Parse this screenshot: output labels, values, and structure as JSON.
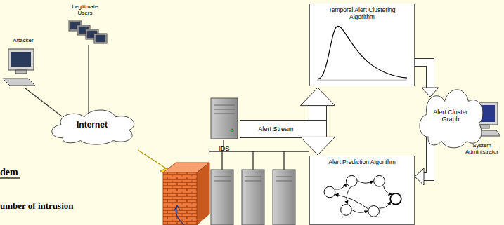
{
  "diagram": {
    "nodes": [
      {
        "text": [
          "Attacker"
        ]
      },
      {
        "text": [
          "Legitimate Users"
        ]
      },
      {
        "text": [
          "Internet"
        ]
      },
      {
        "text": [
          "IDS"
        ]
      },
      {
        "text": [
          "Temporal Alert Clustering Algorithm"
        ]
      },
      {
        "text": [
          "Alert Cluster Graph"
        ]
      },
      {
        "text": [
          "System Administrator"
        ]
      },
      {
        "text": [
          "Alert Prediction Algorithm"
        ]
      }
    ],
    "edges": [
      {
        "from": 0,
        "to": 2,
        "arrow": "none"
      },
      {
        "from": 1,
        "to": 2,
        "arrow": "none"
      },
      {
        "from": 3,
        "to": 4,
        "arrow": "to",
        "label": "Alert Stream"
      },
      {
        "from": 3,
        "to": 7,
        "arrow": "to"
      },
      {
        "from": 4,
        "to": 5,
        "arrow": "to"
      },
      {
        "from": 5,
        "to": 7,
        "arrow": "to"
      },
      {
        "from": 5,
        "to": 6,
        "arrow": "none"
      }
    ],
    "labels": [
      "dem",
      "umber of intrusion"
    ]
  }
}
